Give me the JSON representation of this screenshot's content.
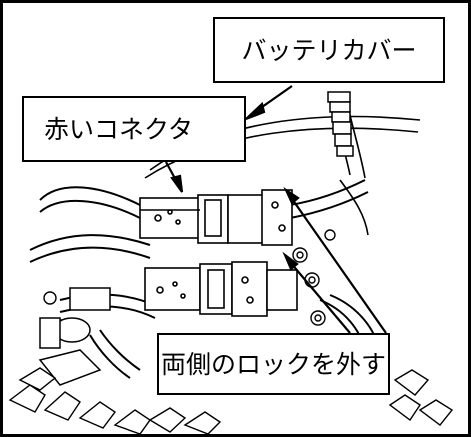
{
  "labels": {
    "battery_cover": "バッテリカバー",
    "red_connector": "赤いコネクタ",
    "release_locks": "両側のロックを外す"
  }
}
